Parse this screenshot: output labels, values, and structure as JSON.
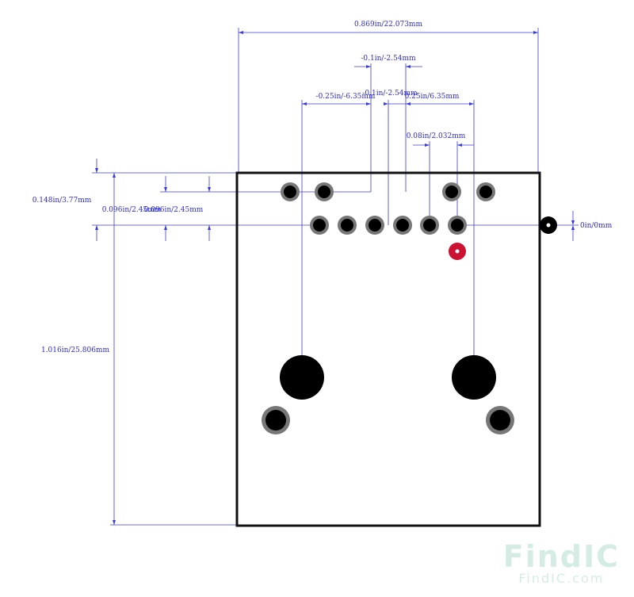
{
  "diagram": {
    "dimensions": {
      "overall_width": "0.869in/22.073mm",
      "pitch_neg_top": "-0.1in/-2.54mm",
      "pitch_neg_mid": "-0.1in/-2.54mm",
      "offset_left": "-0.25in/-6.35mm",
      "offset_right": "0.25in/6.35mm",
      "pin_spacing": "0.08in/2.032mm",
      "row_offset": "0.148in/3.77mm",
      "row_gap_a": "0.096in/2.45mm",
      "row_gap_b": "0.096in/2.45mm",
      "zero_offset": "0in/0mm",
      "overall_height": "1.016in/25.806mm"
    },
    "colors": {
      "dimension": "#3a3ad8",
      "outline": "#111111",
      "pad_ring": "#777777",
      "pad_core": "#000000",
      "origin_marker": "#cc1133"
    }
  },
  "watermark": {
    "logo": "FindIC",
    "url": "FindIC.com"
  }
}
